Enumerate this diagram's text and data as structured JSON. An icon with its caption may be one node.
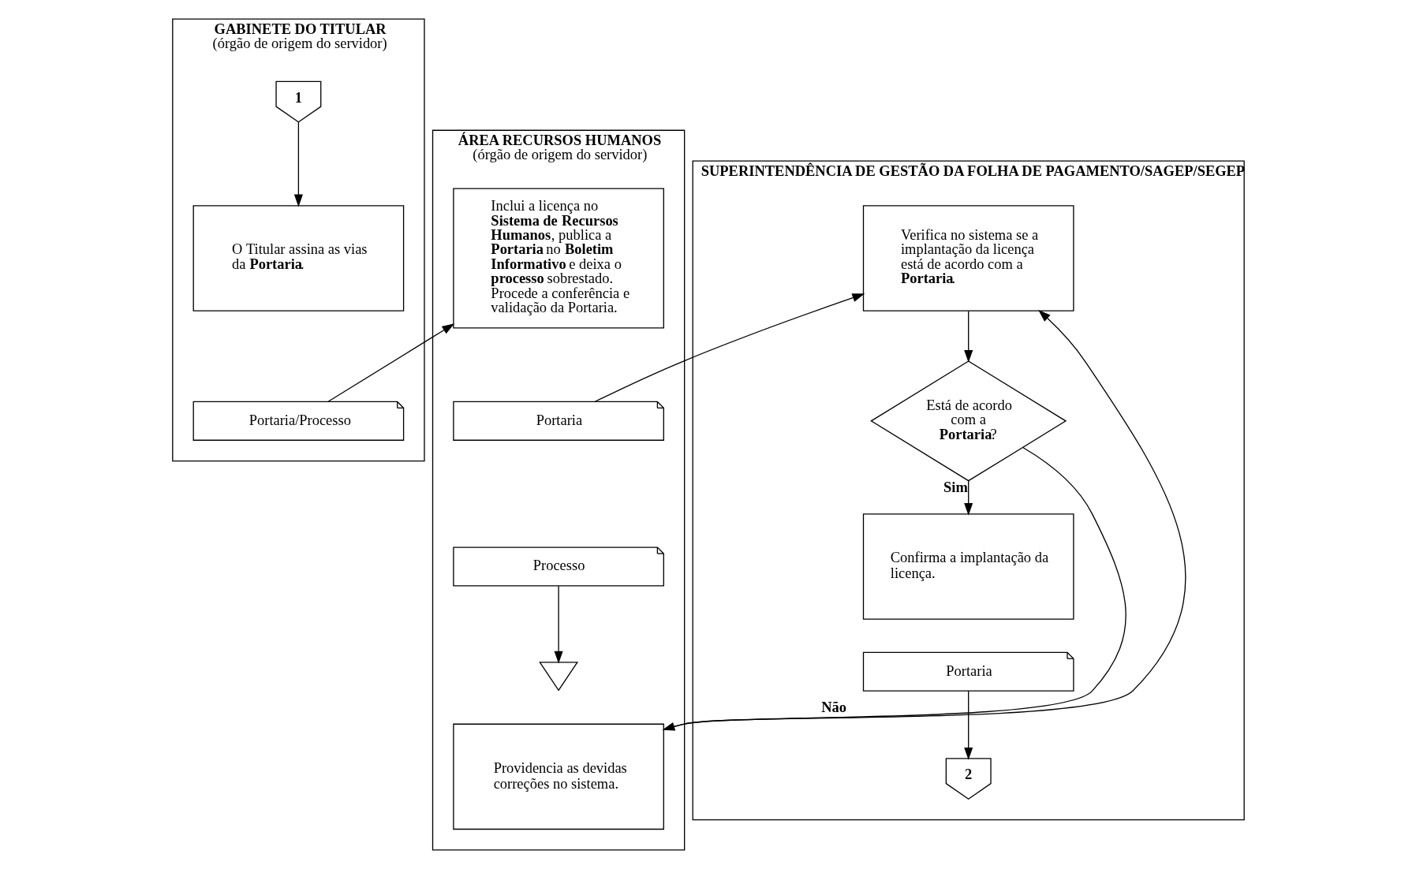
{
  "diagram": {
    "nodes": [
      {
        "text": [
          "GABINETE DO TITULAR",
          "(órgão de origem do servidor)"
        ]
      },
      {
        "text": [
          "1"
        ],
        "in": 0
      },
      {
        "text": [
          "O Titular assina as vias da **Portaria**."
        ],
        "in": 0
      },
      {
        "text": [
          "Portaria/Processo"
        ],
        "in": 0
      },
      {
        "text": [
          "ÁREA RECURSOS HUMANOS",
          "(órgão de origem do servidor)"
        ]
      },
      {
        "text": [
          "Inclui a licença no **Sistema de Recursos Humanos**, publica a **Portaria** no **Boletim Informativo** e deixa o **processo** sobrestado. Procede a conferência e validação da Portaria."
        ],
        "in": 4
      },
      {
        "text": [
          "Portaria"
        ],
        "in": 4
      },
      {
        "text": [
          "Processo"
        ],
        "in": 4
      },
      {
        "text": [],
        "shape": "triangle",
        "in": 4
      },
      {
        "text": [
          "Providencia as devidas correções no sistema."
        ],
        "in": 4
      },
      {
        "text": [
          "SUPERINTENDÊNCIA DE GESTÃO DA FOLHA DE PAGAMENTO/SAGEP/SEGEP"
        ]
      },
      {
        "text": [
          "Verifica no sistema se a implantação da licença está de acordo com a **Portaria**."
        ],
        "in": 10
      },
      {
        "text": [
          "Está de acordo com a **Portaria**?"
        ],
        "in": 10
      },
      {
        "text": [
          "Confirma a implantação da licença."
        ],
        "in": 10
      },
      {
        "text": [
          "Portaria"
        ],
        "in": 10
      },
      {
        "text": [
          "2"
        ],
        "in": 10
      }
    ],
    "edges": [
      {
        "from": 1,
        "to": 2,
        "arrow": "to"
      },
      {
        "from": 3,
        "to": 5,
        "arrow": "to"
      },
      {
        "from": 6,
        "to": 11,
        "arrow": "to"
      },
      {
        "from": 9,
        "to": 11,
        "arrow": "to"
      },
      {
        "from": 11,
        "to": 12,
        "arrow": "to"
      },
      {
        "from": 12,
        "to": 9,
        "arrow": "to",
        "label": "Não"
      },
      {
        "from": 12,
        "to": 13,
        "arrow": "to",
        "label": "Sim"
      },
      {
        "from": 7,
        "to": 8,
        "arrow": "to"
      },
      {
        "from": 14,
        "to": 15,
        "arrow": "to"
      }
    ]
  }
}
